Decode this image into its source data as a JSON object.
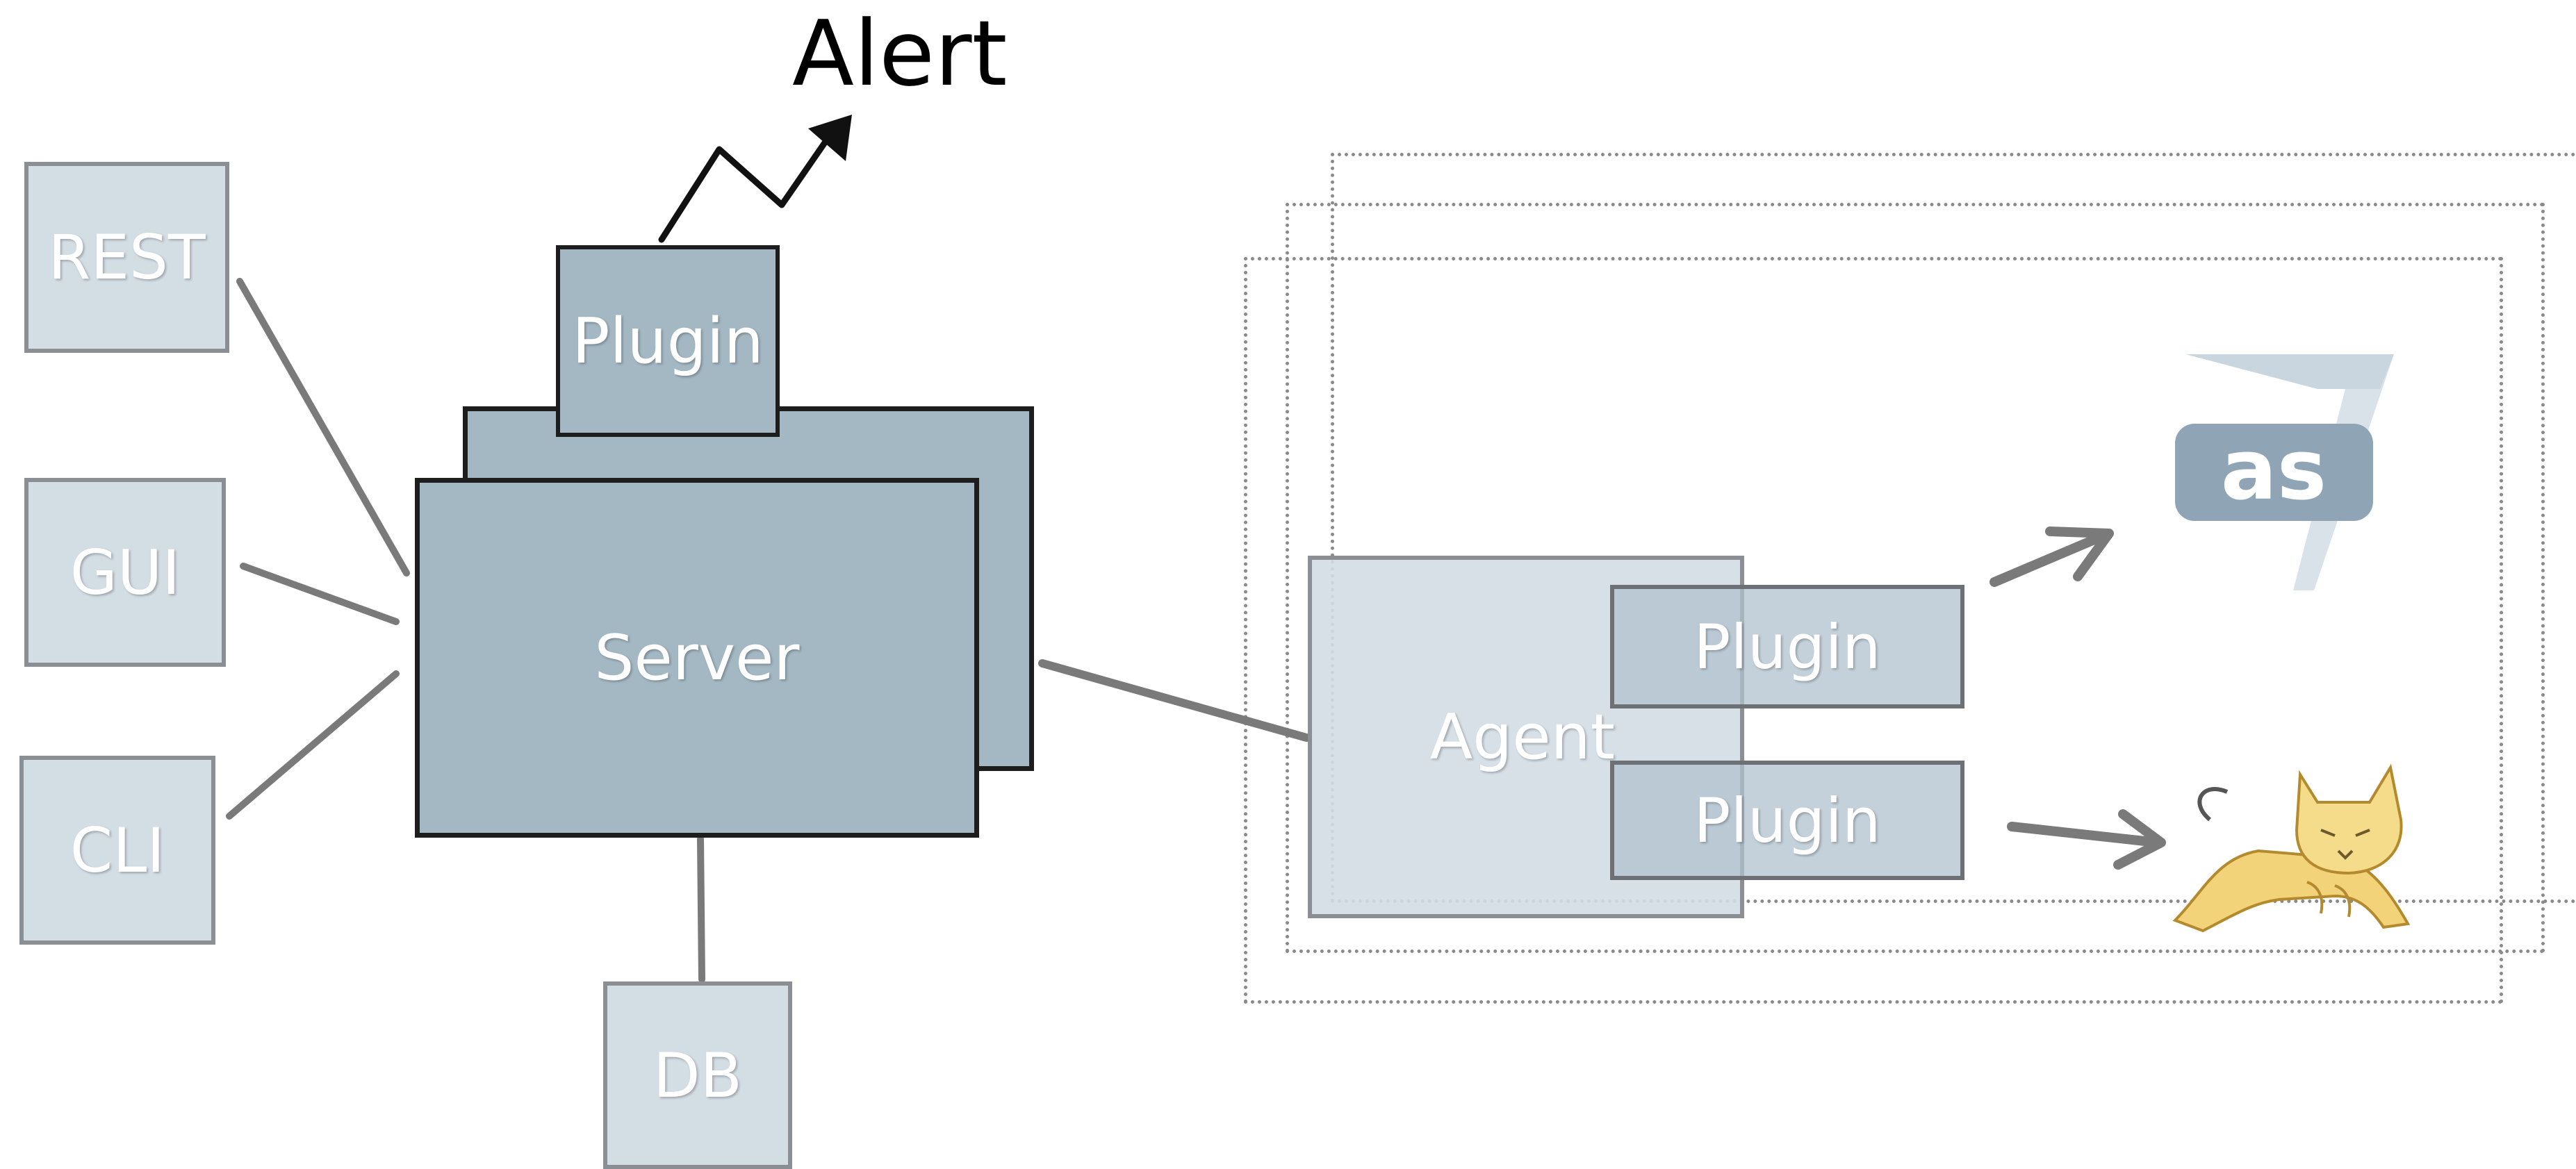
{
  "alert": {
    "label": "Alert"
  },
  "clients": [
    {
      "label": "REST"
    },
    {
      "label": "GUI"
    },
    {
      "label": "CLI"
    }
  ],
  "server": {
    "label": "Server",
    "plugin_label": "Plugin"
  },
  "db": {
    "label": "DB"
  },
  "agent": {
    "label": "Agent",
    "plugins": [
      {
        "label": "Plugin"
      },
      {
        "label": "Plugin"
      }
    ]
  },
  "logos": {
    "app_server": {
      "text": "as",
      "version": "7"
    },
    "tomcat_icon": "tomcat-cat-icon"
  },
  "colors": {
    "server_fill": "#a4b8c4",
    "client_fill": "#d3dde4",
    "outline_dark": "#1d1d1d",
    "outline_gray": "#8b8f93",
    "connector": "#7a7a7a",
    "as_logo": "#8fa5b6",
    "tomcat": "#f2d37a"
  }
}
